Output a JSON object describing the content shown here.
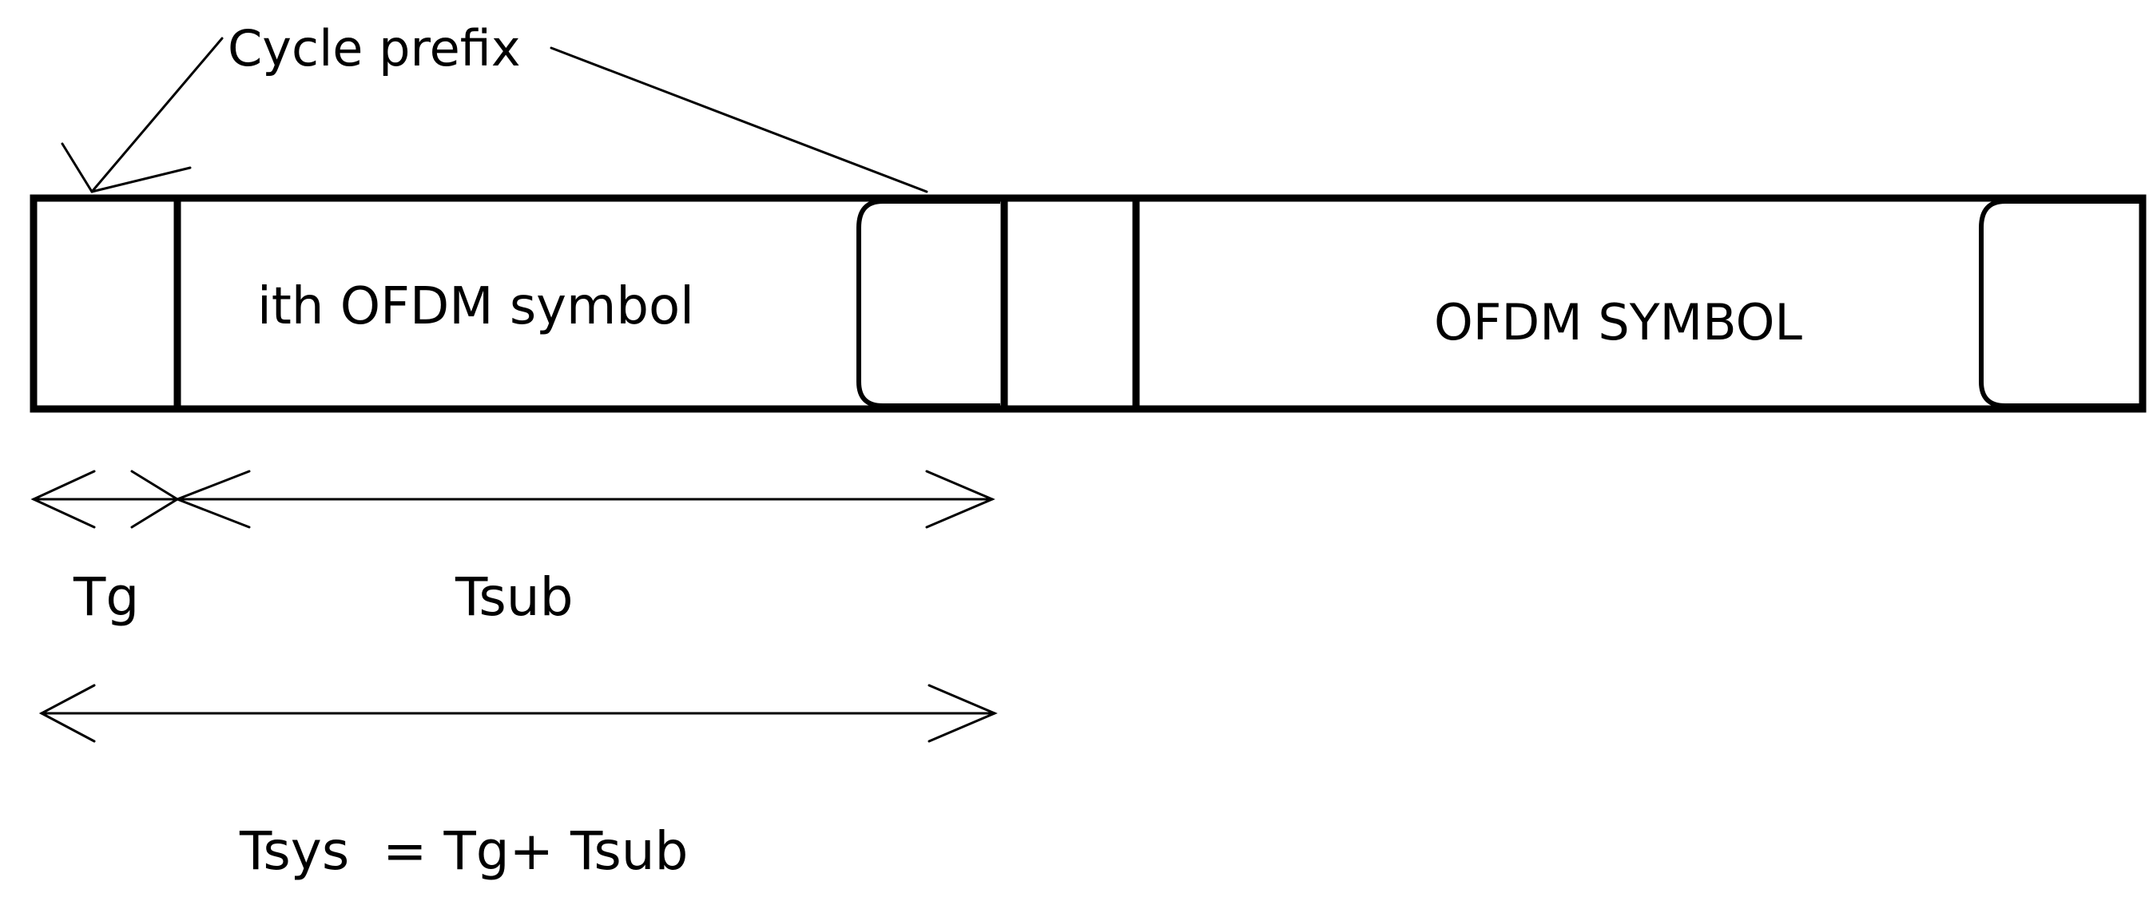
{
  "labels": {
    "cycle_prefix": "Cycle prefix",
    "ith_symbol": "ith OFDM symbol",
    "next_symbol": "OFDM SYMBOL",
    "tg": "Tg",
    "tsub": "Tsub",
    "tsys": "Tsys  = Tg+ Tsub"
  }
}
